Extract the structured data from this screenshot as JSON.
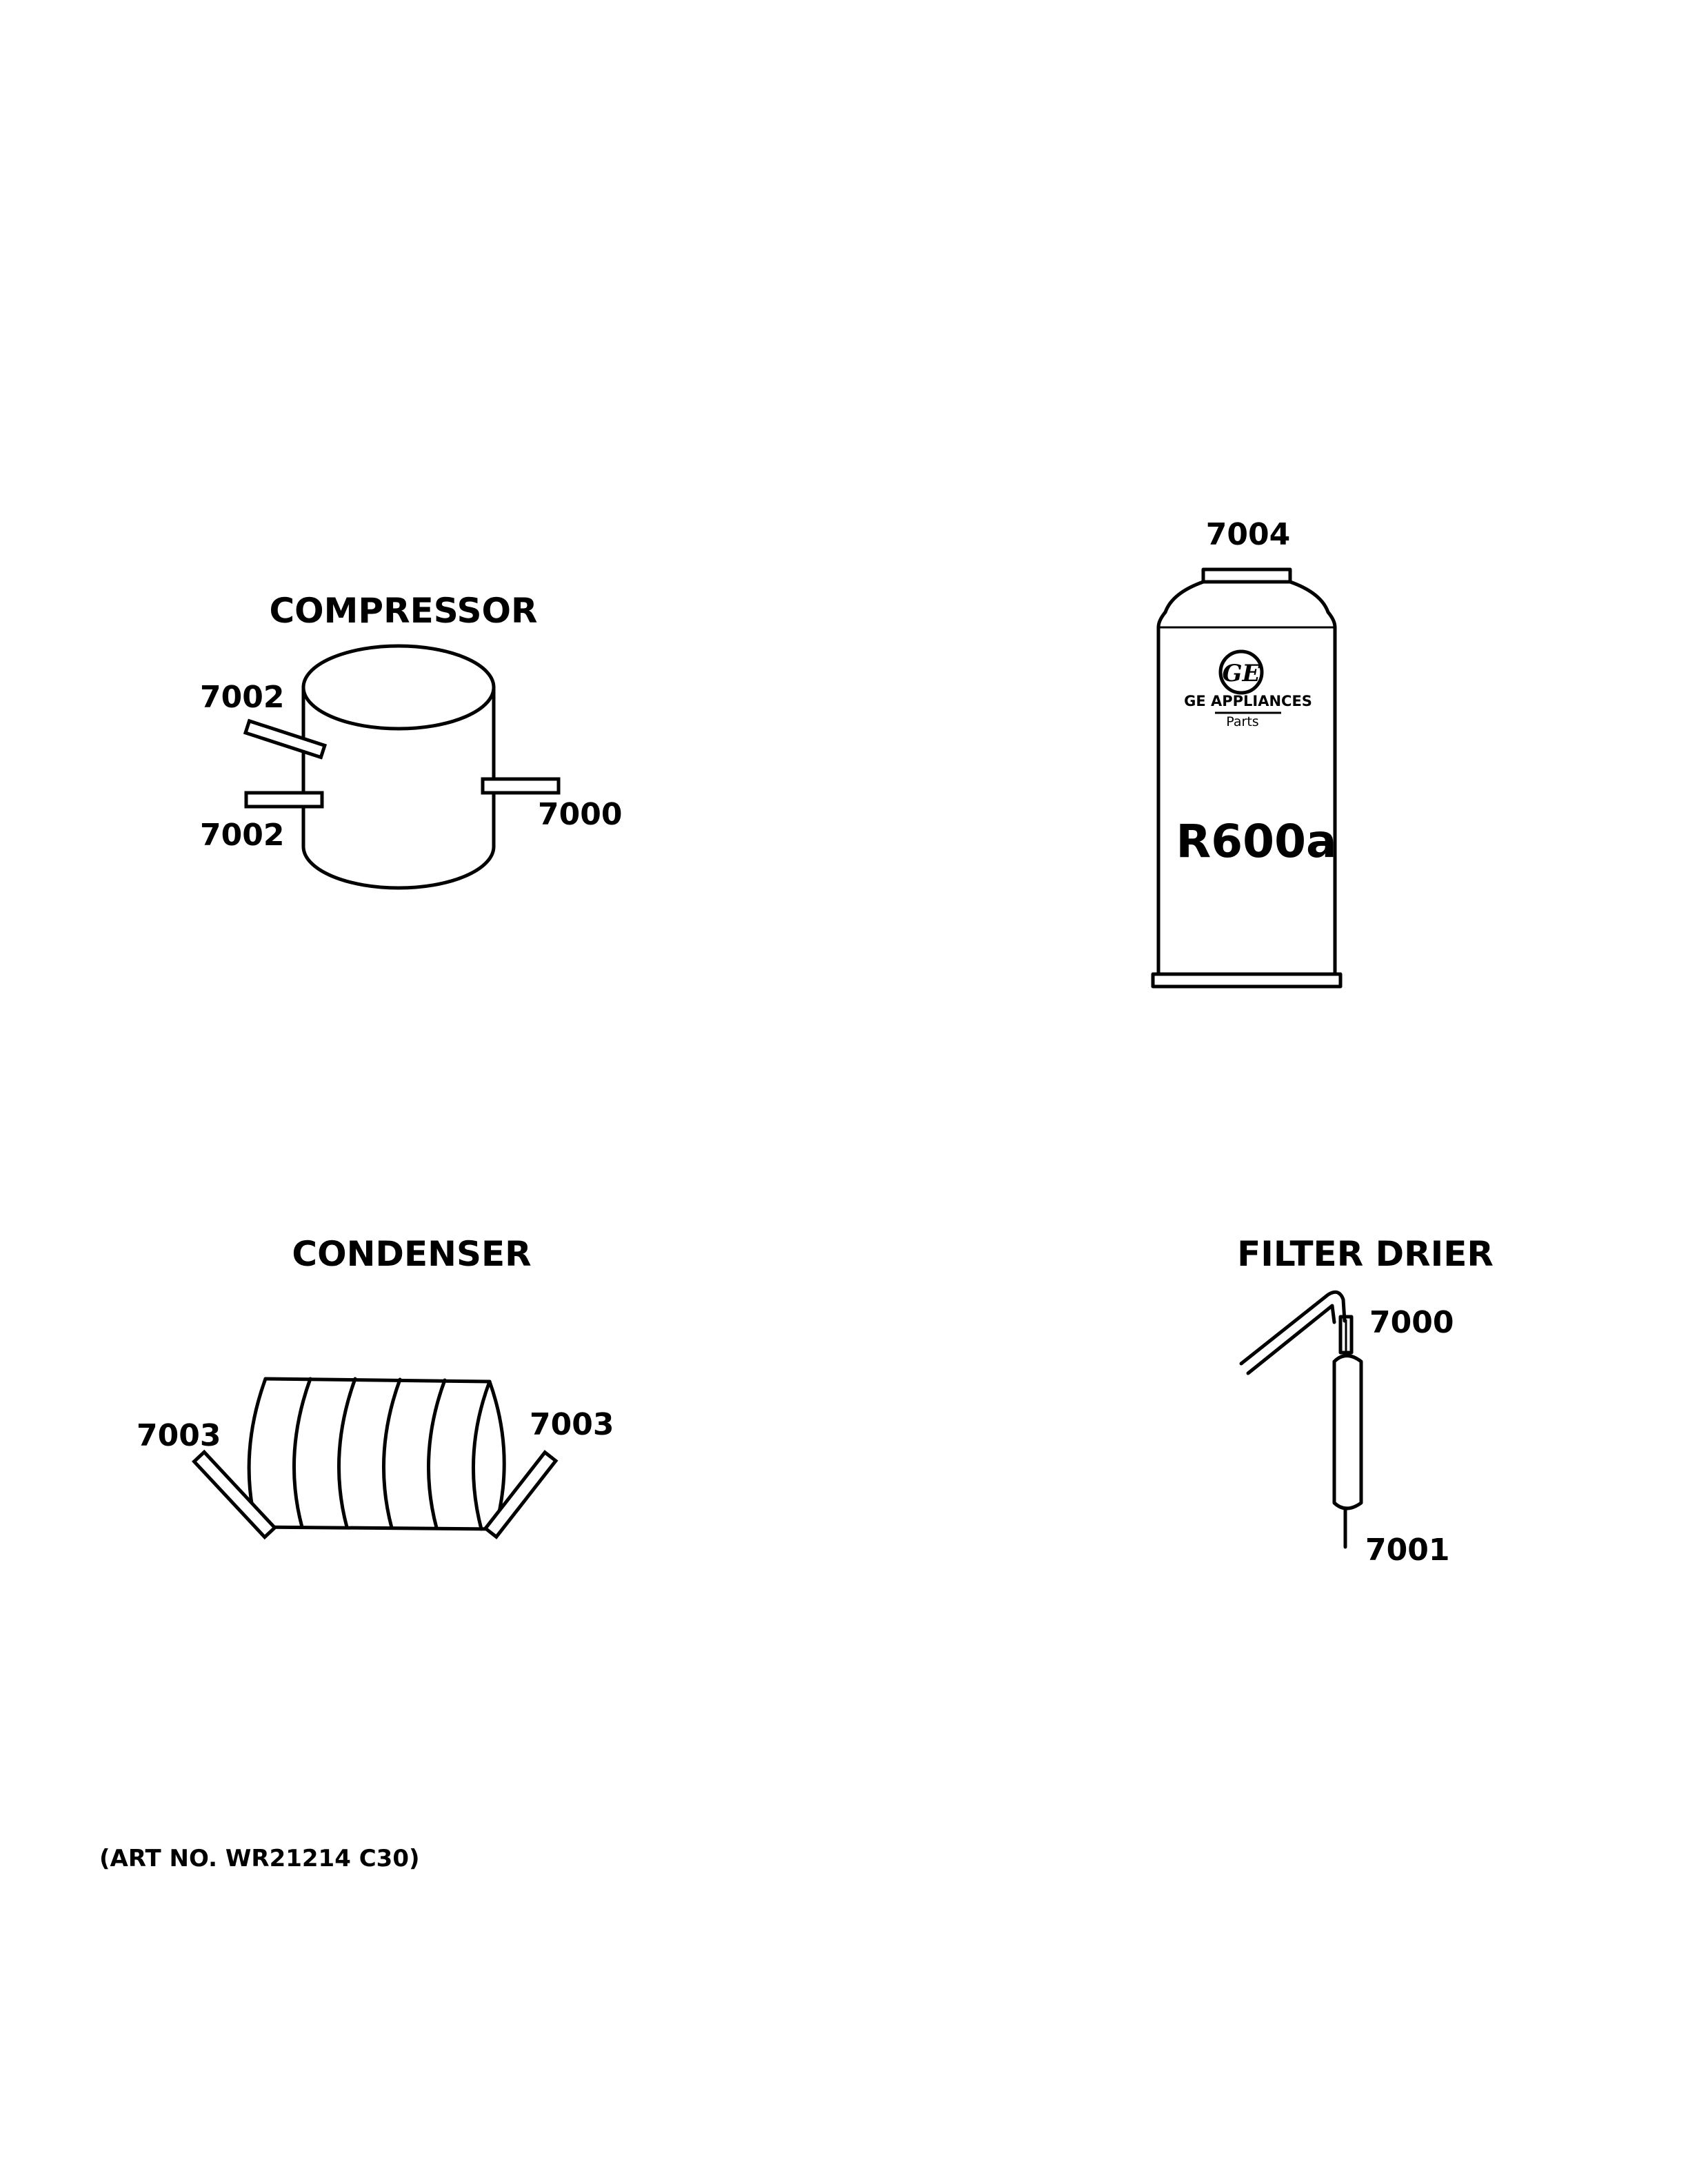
{
  "sections": {
    "compressor": {
      "title": "COMPRESSOR",
      "callouts": {
        "top_left": "7002",
        "bottom_left": "7002",
        "right": "7000"
      }
    },
    "refrigerant": {
      "callout": "7004",
      "logo_text": "GE APPLIANCES",
      "logo_subtext": "Parts",
      "gas_label": "R600a"
    },
    "condenser": {
      "title": "CONDENSER",
      "callouts": {
        "left": "7003",
        "right": "7003"
      }
    },
    "filter_drier": {
      "title": "FILTER DRIER",
      "callouts": {
        "top": "7000",
        "bottom": "7001"
      }
    }
  },
  "art_number": "(ART NO. WR21214 C30)"
}
